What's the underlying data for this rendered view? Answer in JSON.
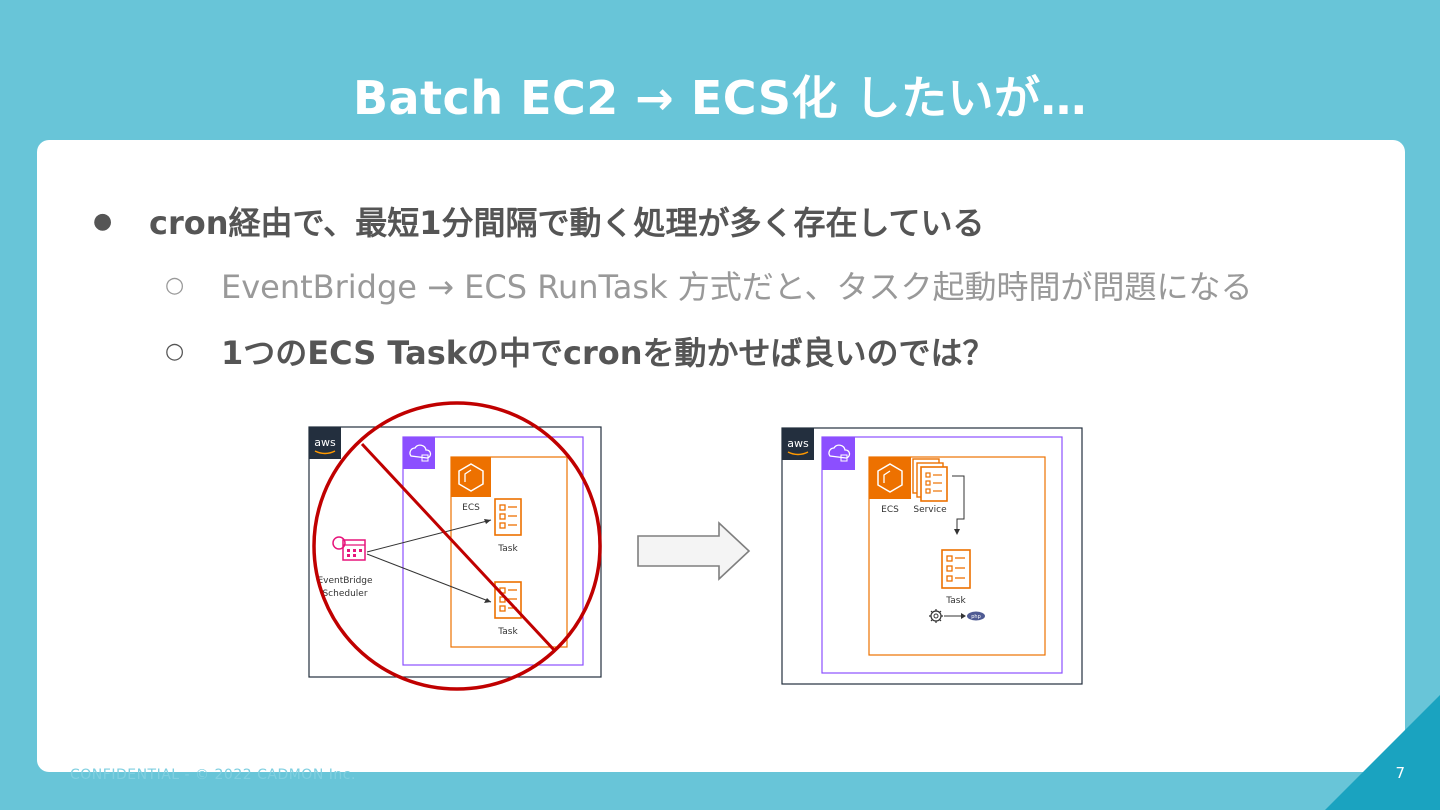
{
  "slide": {
    "title": "Batch EC2 → ECS化 したいが…",
    "bullets": [
      {
        "marker": "●",
        "text": "cron経由で、最短1分間隔で動く処理が多く存在している"
      },
      {
        "marker": "○",
        "text": "EventBridge → ECS RunTask 方式だと、タスク起動時間が問題になる"
      },
      {
        "marker": "○",
        "text": "1つのECS Taskの中でcronを動かせば良いのでは？"
      }
    ],
    "footer": "CONFIDENTIAL - © 2022 CADMON Inc.",
    "page_number": "7"
  },
  "diagram_left": {
    "aws_label": "aws",
    "ecs_label": "ECS",
    "task1_label": "Task",
    "task2_label": "Task",
    "scheduler_line1": "EventBridge",
    "scheduler_line2": "Scheduler"
  },
  "diagram_right": {
    "aws_label": "aws",
    "ecs_label": "ECS",
    "service_label": "Service",
    "task_label": "Task",
    "php_label": "php"
  },
  "colors": {
    "background": "#68c5d8",
    "vpc_purple": "#8c4fff",
    "ecs_orange": "#ed7100",
    "prohibit_red": "#c00000",
    "scheduler_pink": "#e7157b",
    "aws_dark": "#232f3e"
  }
}
